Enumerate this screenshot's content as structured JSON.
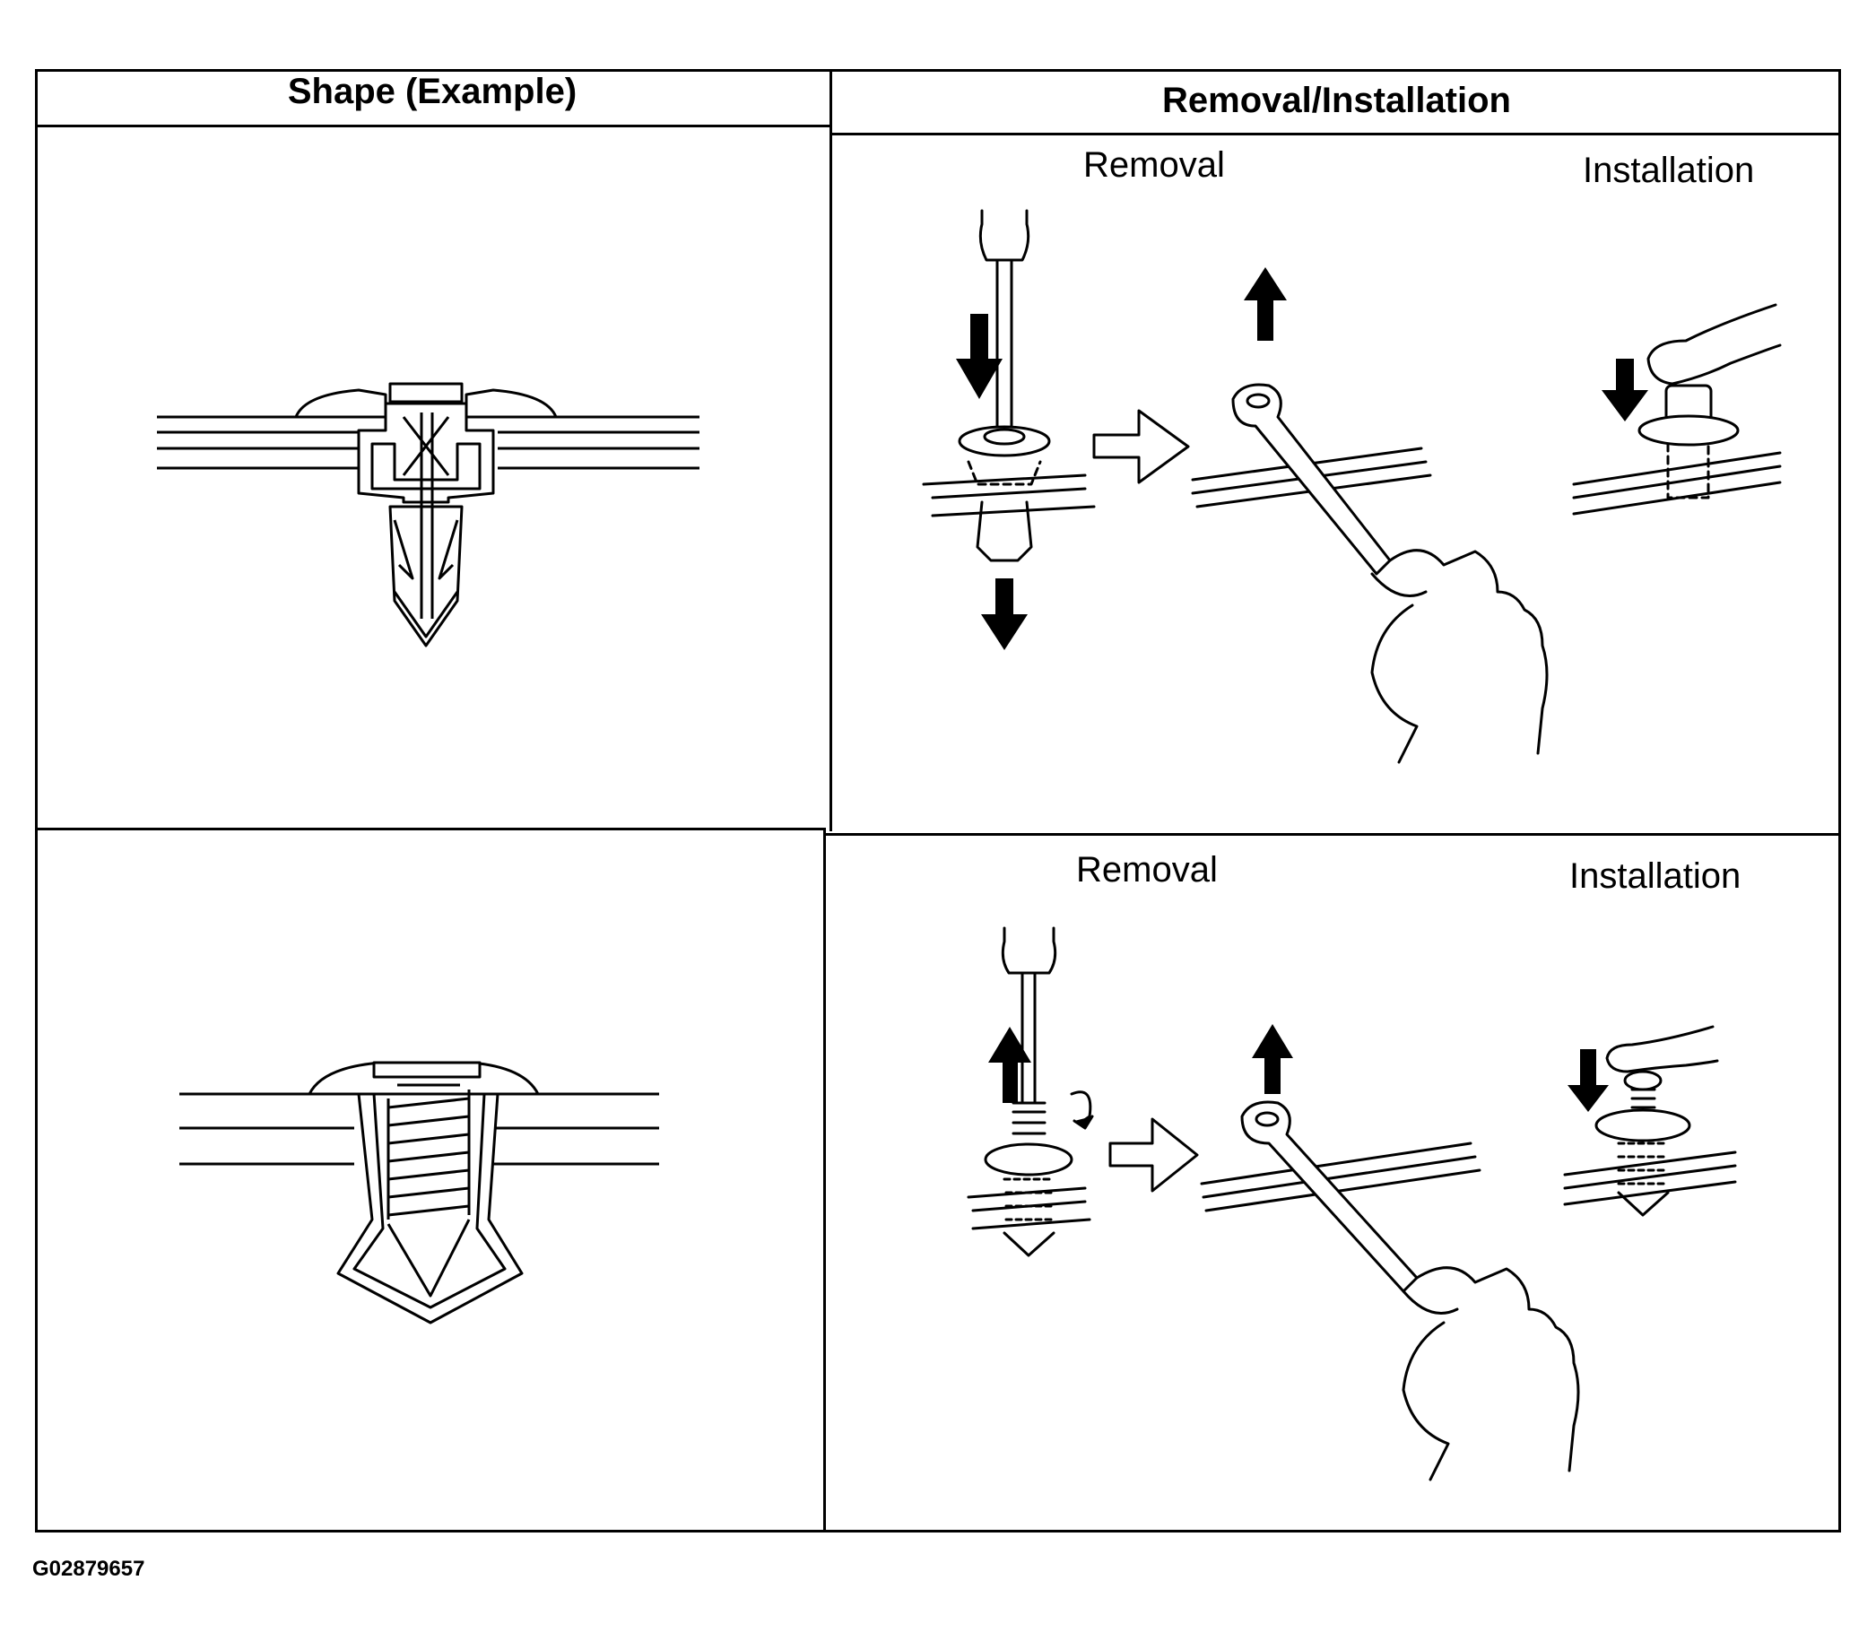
{
  "table": {
    "headers": [
      "Shape (Example)",
      "Removal/Installation"
    ],
    "rows": [
      {
        "removal_label": "Removal",
        "installation_label": "Installation"
      },
      {
        "removal_label": "Removal",
        "installation_label": "Installation"
      }
    ]
  },
  "figure_code": "G02879657",
  "icons": [
    "clip-shape-icon",
    "screwdriver-icon",
    "clip-remover-tool-icon",
    "hand-icon",
    "finger-icon",
    "arrow-icon",
    "screw-clip-icon"
  ]
}
